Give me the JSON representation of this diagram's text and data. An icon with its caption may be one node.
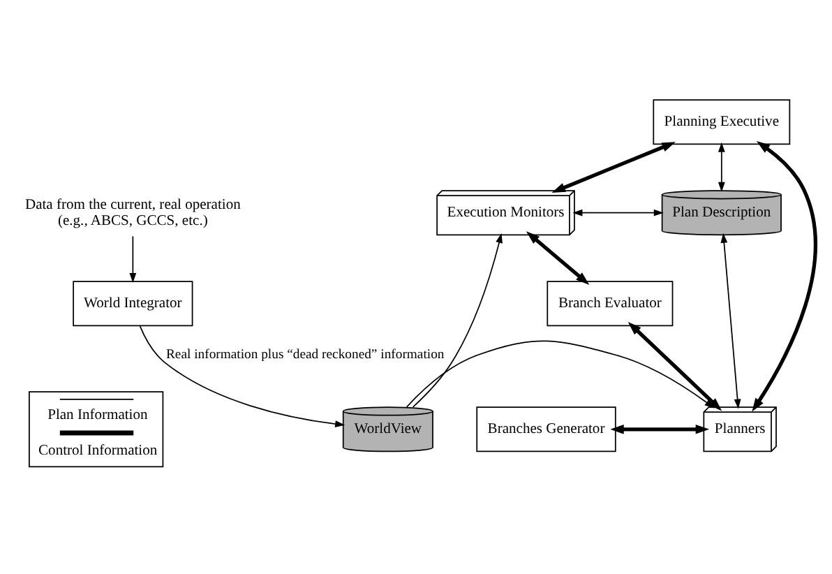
{
  "diagram": {
    "nodes": [
      {
        "text": [
          "Planning Executive"
        ]
      },
      {
        "text": [
          "Execution Monitors"
        ]
      },
      {
        "text": [
          "Plan Description"
        ]
      },
      {
        "text": [
          "Branch Evaluator"
        ]
      },
      {
        "text": [
          "Branches Generator"
        ]
      },
      {
        "text": [
          "Planners"
        ]
      },
      {
        "text": [
          "WorldView"
        ]
      },
      {
        "text": [
          "Data from the current, real operation",
          "(e.g., ABCS, GCCS, etc.)"
        ]
      },
      {
        "text": [
          "World Integrator"
        ]
      }
    ],
    "edges": [
      {
        "from": 0,
        "to": 2,
        "arrow": "both"
      },
      {
        "from": 0,
        "to": 1,
        "arrow": "both",
        "style": "thick"
      },
      {
        "from": 0,
        "to": 5,
        "arrow": "both",
        "style": "thick"
      },
      {
        "from": 1,
        "to": 2,
        "arrow": "both"
      },
      {
        "from": 2,
        "to": 5,
        "arrow": "both"
      },
      {
        "from": 3,
        "to": 1,
        "arrow": "both",
        "style": "thick"
      },
      {
        "from": 3,
        "to": 5,
        "arrow": "both",
        "style": "thick"
      },
      {
        "from": 4,
        "to": 5,
        "arrow": "both",
        "style": "thick"
      },
      {
        "from": 6,
        "to": 5,
        "arrow": "to"
      },
      {
        "from": 6,
        "to": 1,
        "arrow": "to"
      },
      {
        "from": 7,
        "to": 8,
        "arrow": "to"
      },
      {
        "from": 8,
        "to": 6,
        "arrow": "to",
        "label": "Real information plus “dead reckoned” information"
      }
    ],
    "legend": [
      {
        "text": "Plan Information"
      },
      {
        "text": "Control Information"
      }
    ]
  }
}
